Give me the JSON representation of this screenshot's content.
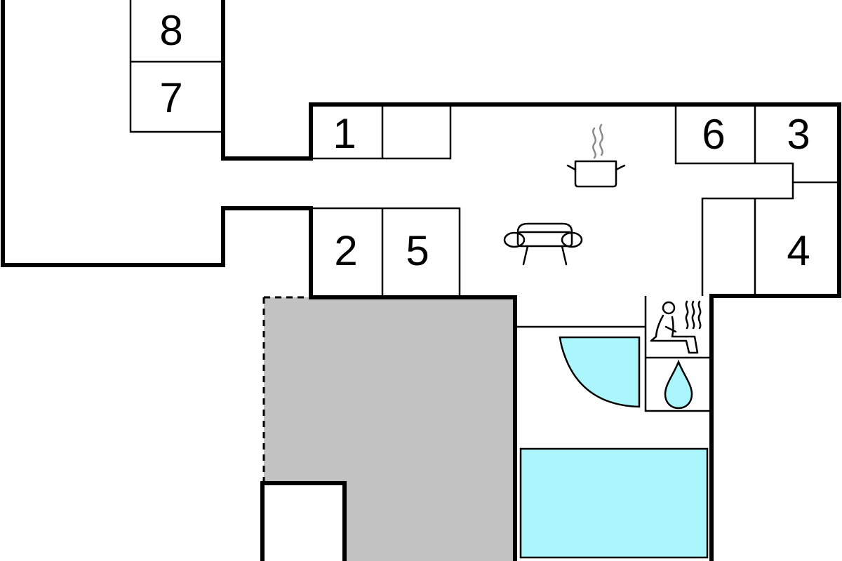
{
  "rooms": [
    {
      "id": "room-8",
      "label": "8"
    },
    {
      "id": "room-7",
      "label": "7"
    },
    {
      "id": "room-1",
      "label": "1"
    },
    {
      "id": "room-2",
      "label": "2"
    },
    {
      "id": "room-5",
      "label": "5"
    },
    {
      "id": "room-6",
      "label": "6"
    },
    {
      "id": "room-3",
      "label": "3"
    },
    {
      "id": "room-4",
      "label": "4"
    }
  ],
  "icons": [
    {
      "name": "cooking-pot-icon",
      "meaning": "kitchen"
    },
    {
      "name": "sofa-icon",
      "meaning": "living room"
    },
    {
      "name": "sauna-icon",
      "meaning": "sauna"
    },
    {
      "name": "water-drop-icon",
      "meaning": "shower"
    }
  ],
  "colors": {
    "walls": "#000000",
    "pool": "#aaf6fc",
    "terrace": "#c2c2c2",
    "steam": "#8a8a8a",
    "background": "#ffffff"
  }
}
